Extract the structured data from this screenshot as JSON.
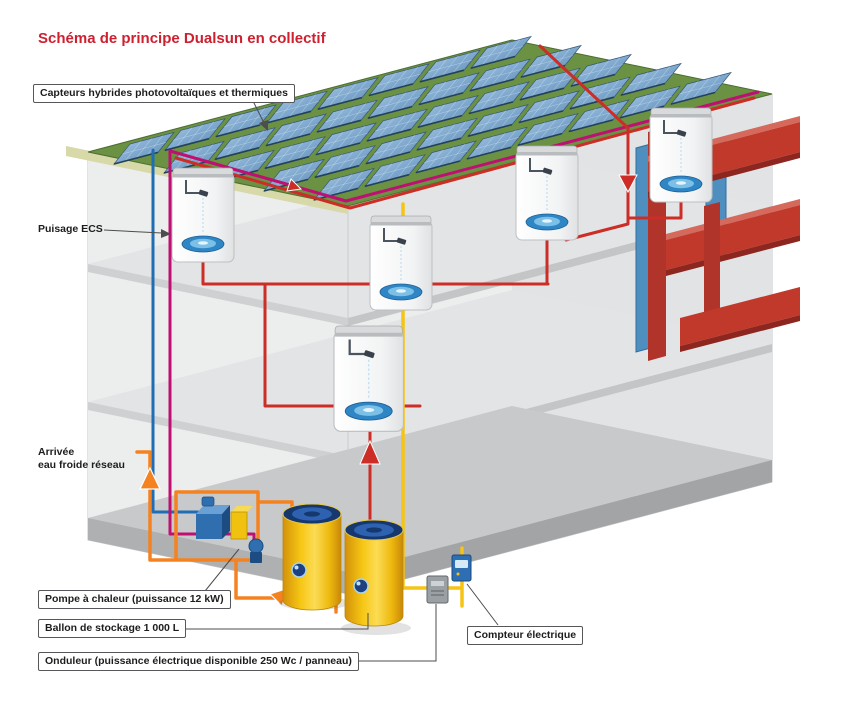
{
  "title": "Schéma de principe Dualsun en collectif",
  "labels": {
    "capteurs": "Capteurs hybrides photovoltaïques et thermiques",
    "puisage": "Puisage ECS",
    "arrivee_line1": "Arrivée",
    "arrivee_line2": "eau froide réseau",
    "pompe": "Pompe à chaleur (puissance 12 kW)",
    "ballon": "Ballon de stockage 1 000 L",
    "onduleur": "Onduleur (puissance électrique disponible 250 Wc / panneau)",
    "compteur": "Compteur électrique"
  },
  "colors": {
    "title_red": "#cf2030",
    "pipe_orange": "#f58220",
    "pipe_red": "#cc2d26",
    "pipe_magenta": "#bf0f72",
    "pipe_blue": "#1f6db4",
    "pipe_yellow": "#f6c413",
    "roof_green": "#6b9143",
    "tank_yellow": "#f2c40e"
  }
}
